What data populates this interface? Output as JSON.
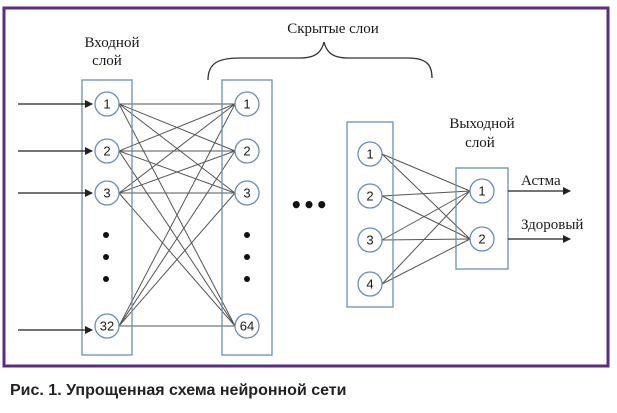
{
  "diagram": {
    "input_title_line1": "Входной",
    "input_title_line2": "слой",
    "hidden_title": "Скрытые слои",
    "output_title_line1": "Выходной",
    "output_title_line2": "слой",
    "ellipsis_between": "•••",
    "input_nodes": [
      "1",
      "2",
      "3",
      "32"
    ],
    "hidden1_nodes": [
      "1",
      "2",
      "3",
      "64"
    ],
    "hidden2_nodes": [
      "1",
      "2",
      "3",
      "4"
    ],
    "output_nodes": [
      "1",
      "2"
    ],
    "outputs": [
      "Астма",
      "Здоровый"
    ],
    "frame_color": "#5b2d82"
  },
  "caption": "Рис. 1. Упрощенная схема нейронной сети"
}
